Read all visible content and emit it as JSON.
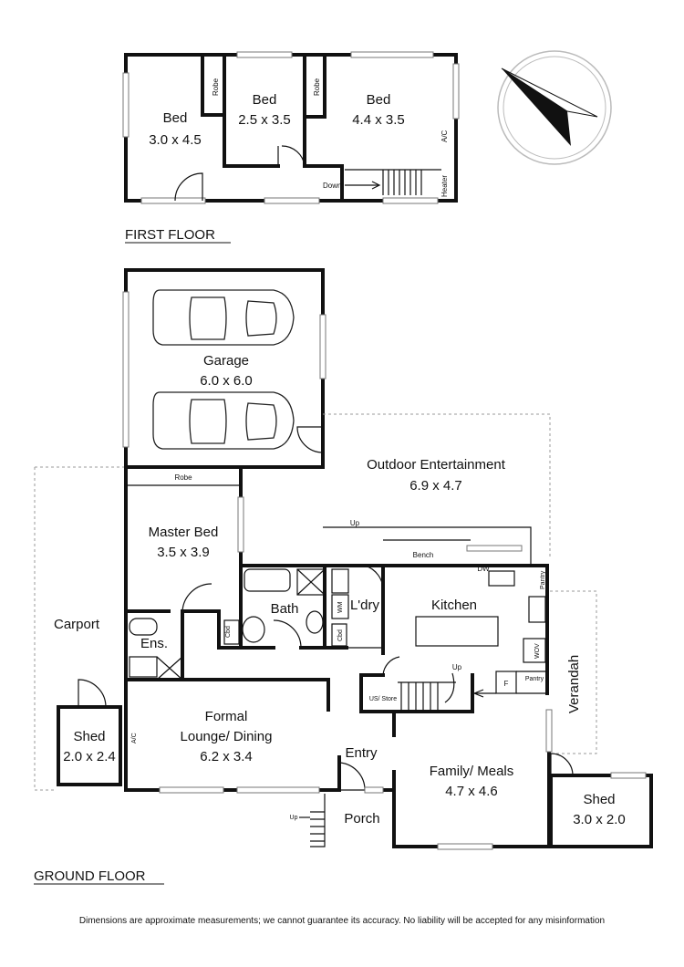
{
  "first_floor": {
    "heading": "FIRST FLOOR",
    "rooms": {
      "bed1": {
        "name": "Bed",
        "size": "3.0 x 4.5"
      },
      "bed2": {
        "name": "Bed",
        "size": "2.5 x 3.5"
      },
      "bed3": {
        "name": "Bed",
        "size": "4.4 x 3.5"
      }
    },
    "labels": {
      "robe_a": "Robe",
      "robe_b": "Robe",
      "ac": "A/C",
      "heater": "Heater",
      "down": "Down"
    }
  },
  "ground_floor": {
    "heading": "GROUND FLOOR",
    "rooms": {
      "garage": {
        "name": "Garage",
        "size": "6.0 x 6.0"
      },
      "outdoor": {
        "name": "Outdoor Entertainment",
        "size": "6.9 x 4.7"
      },
      "master": {
        "name": "Master Bed",
        "size": "3.5 x 3.9"
      },
      "carport": {
        "name": "Carport"
      },
      "ens": {
        "name": "Ens."
      },
      "bath": {
        "name": "Bath"
      },
      "laundry": {
        "name": "L'dry"
      },
      "kitchen": {
        "name": "Kitchen"
      },
      "verandah": {
        "name": "Verandah"
      },
      "shed_left": {
        "name": "Shed",
        "size": "2.0 x 2.4"
      },
      "lounge": {
        "name": "Formal",
        "name2": "Lounge/ Dining",
        "size": "6.2 x 3.4"
      },
      "entry": {
        "name": "Entry"
      },
      "family": {
        "name": "Family/ Meals",
        "size": "4.7 x 4.6"
      },
      "porch": {
        "name": "Porch"
      },
      "shed_right": {
        "name": "Shed",
        "size": "3.0 x 2.0"
      }
    },
    "labels": {
      "robe": "Robe",
      "up_outdoor": "Up",
      "bench": "Bench",
      "dw": "DW",
      "pantry1": "Pantry",
      "pantry2": "Pantry",
      "wov": "WOV",
      "f": "F",
      "up_stair": "Up",
      "us_store": "US/ Store",
      "cbd1": "Cbd",
      "cbd2": "Cbd",
      "wm": "WM",
      "ac": "A/C",
      "up_porch": "Up"
    }
  },
  "compass": {
    "icon": "compass-north-arrow-icon"
  },
  "disclaimer": "Dimensions are approximate measurements; we cannot guarantee its accuracy. No liability will be accepted for any misinformation"
}
